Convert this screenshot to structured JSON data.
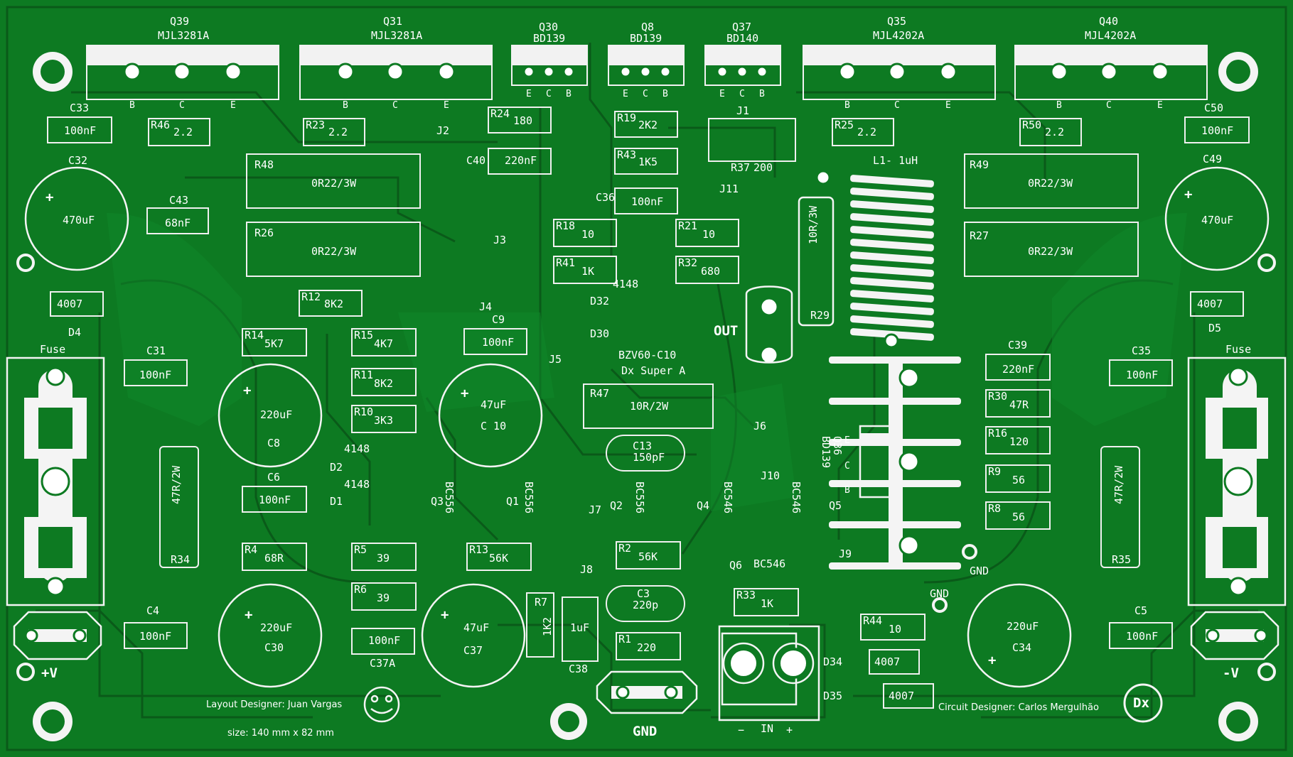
{
  "colors": {
    "board": "#0d7a22",
    "copper": "#14912b",
    "trace_edge": "#0a5d1a",
    "silk": "#ffffff",
    "pad": "#e8e8e8"
  },
  "transistors_top": [
    {
      "ref": "Q39",
      "value": "MJL3281A",
      "pins": [
        "B",
        "C",
        "E"
      ]
    },
    {
      "ref": "Q31",
      "value": "MJL3281A",
      "pins": [
        "B",
        "C",
        "E"
      ]
    },
    {
      "ref": "Q30",
      "value": "BD139",
      "pins": [
        "E",
        "C",
        "B"
      ]
    },
    {
      "ref": "Q8",
      "value": "BD139",
      "pins": [
        "E",
        "C",
        "B"
      ]
    },
    {
      "ref": "Q37",
      "value": "BD140",
      "pins": [
        "E",
        "C",
        "B"
      ]
    },
    {
      "ref": "Q35",
      "value": "MJL4202A",
      "pins": [
        "B",
        "C",
        "E"
      ]
    },
    {
      "ref": "Q40",
      "value": "MJL4202A",
      "pins": [
        "B",
        "C",
        "E"
      ]
    }
  ],
  "capacitors": {
    "C33": "100nF",
    "C50": "100nF",
    "C43": "68nF",
    "C40": "220nF",
    "C36": "100nF",
    "C32": "470uF",
    "C49": "470uF",
    "C9": "100nF",
    "C31": "100nF",
    "C35": "100nF",
    "C39": "220nF",
    "C8": "220uF",
    "C10": "47uF",
    "C6": "100nF",
    "C13": "150pF",
    "C3": "220p",
    "C4": "100nF",
    "C5": "100nF",
    "C30": "220uF",
    "C37": "47uF",
    "C37A": "100nF",
    "C38": "1uF",
    "C34": "220uF"
  },
  "resistors": {
    "R46": "2.2",
    "R23": "2.2",
    "R24": "180",
    "R19": "2K2",
    "R43": "1K5",
    "R37": "200",
    "R25": "2.2",
    "R50": "2.2",
    "R48": "0R22/3W",
    "R26": "0R22/3W",
    "R49": "0R22/3W",
    "R27": "0R22/3W",
    "R18": "10",
    "R21": "10",
    "R41": "1K",
    "R32": "680",
    "R29": "10R/3W",
    "R12": "8K2",
    "R14": "5K7",
    "R15": "4K7",
    "R11": "8K2",
    "R10": "3K3",
    "R47": "10R/2W",
    "R30": "47R",
    "R16": "120",
    "R9": "56",
    "R8": "56",
    "R34": "47R/2W",
    "R35": "47R/2W",
    "R4": "68R",
    "R5": "39",
    "R13": "56K",
    "R2": "56K",
    "R6": "39",
    "R7": "1K2",
    "R1": "220",
    "R33": "1K",
    "R44": "10"
  },
  "diodes": {
    "D4": "4007",
    "D5": "4007",
    "D32": "4148",
    "D30": "BZV60-C10",
    "D2": "4148",
    "D1": "4148",
    "D34": "4007",
    "D35": "4007"
  },
  "small_transistors": {
    "Q3": "BC556",
    "Q1": "BC556",
    "Q2": "BC556",
    "Q4": "BC546",
    "Q5": "BC546",
    "Q6": "BC546",
    "Q36": "BD139"
  },
  "jumpers": [
    "J1",
    "J2",
    "J3",
    "J4",
    "J5",
    "J6",
    "J7",
    "J8",
    "J9",
    "J10",
    "J11"
  ],
  "inductor": "L1- 1uH",
  "labels": {
    "out": "OUT",
    "gnd": "GND",
    "in": "IN",
    "in_minus": "−",
    "in_plus": "+",
    "vplus": "+V",
    "vminus": "-V",
    "fuse": "Fuse",
    "dx_super": "Dx Super A",
    "bzv": "BZV60-C10",
    "plus": "+",
    "logo": "Dx"
  },
  "credits": {
    "layout": "Layout Designer:  Juan Vargas",
    "size": "size: 140 mm x 82 mm",
    "circuit": "Circuit Designer:  Carlos Mergulhão"
  }
}
